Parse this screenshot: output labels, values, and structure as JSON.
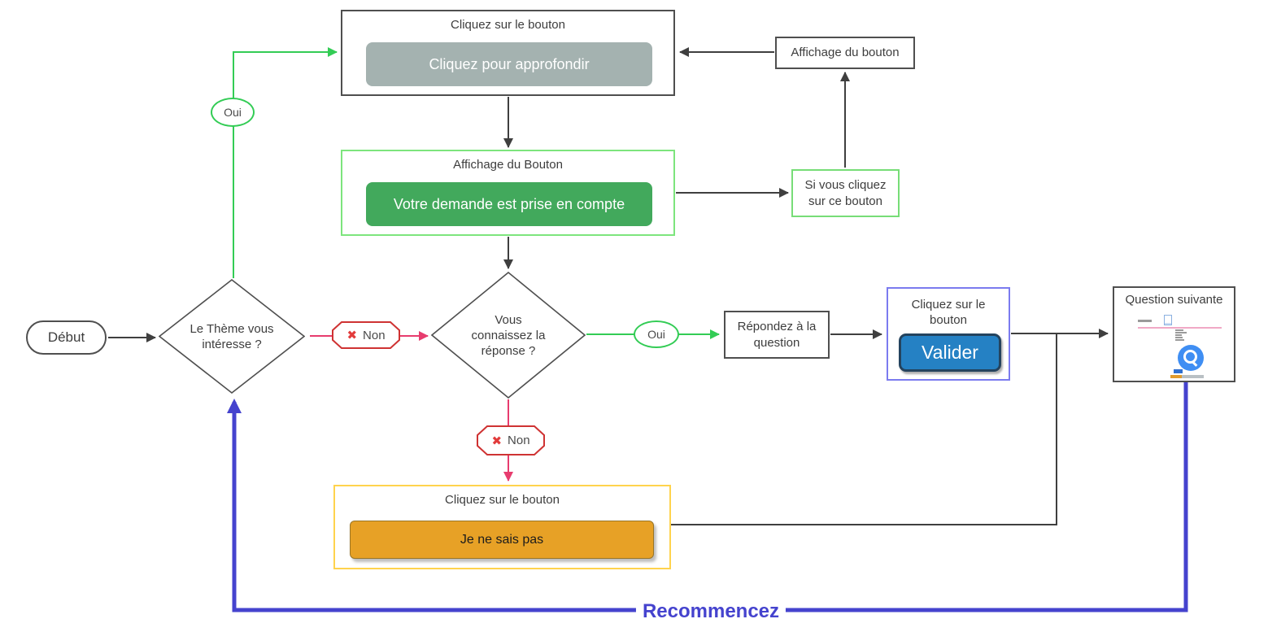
{
  "colors": {
    "line_dark": "#3f3f3f",
    "line_green": "#33cc55",
    "line_pink": "#e73c6e",
    "line_blue": "#4543ce",
    "node_border": "#4f4f4f",
    "text_dark": "#3d3d3d",
    "gray_button_bg": "#a4b2b0",
    "green_box_border": "#7de57d",
    "green_button_bg": "#42a95c",
    "blue_box_border": "#7b7bef",
    "blue_button_bg": "#2581c4",
    "blue_button_border": "#24435e",
    "orange_box_border": "#ffd34d",
    "orange_button_bg": "#e7a126",
    "red_badge_border": "#cf3333",
    "red_x": "#e23b3b"
  },
  "nodes": {
    "start": {
      "label": "Début"
    },
    "decision_theme": {
      "lines": [
        "Le Thème vous",
        "intéresse ?"
      ]
    },
    "decision_reponse": {
      "lines": [
        "Vous",
        "connaissez la",
        "réponse ?"
      ]
    },
    "approfondir_box": {
      "title": "Cliquez sur le bouton",
      "button_label": "Cliquez pour approfondir"
    },
    "demande_box": {
      "title": "Affichage du Bouton",
      "button_label": "Votre demande est prise en compte"
    },
    "affichage_box": {
      "label": "Affichage du bouton"
    },
    "si_cliquez_box": {
      "lines": [
        "Si vous cliquez",
        "sur ce bouton"
      ]
    },
    "repondez_box": {
      "lines": [
        "Répondez à la",
        "question"
      ]
    },
    "valider_box": {
      "title_lines": [
        "Cliquez sur le",
        "bouton"
      ],
      "button_label": "Valider"
    },
    "question_box": {
      "title": "Question suivante",
      "thumbnail_icons": [
        "document-icon",
        "search-icon",
        "progress-bar"
      ]
    },
    "je_ne_sais_pas_box": {
      "title": "Cliquez sur le bouton",
      "button_label": "Je ne sais pas"
    }
  },
  "labels": {
    "oui_top": "Oui",
    "non_theme": "Non",
    "oui_reponse": "Oui",
    "non_reponse": "Non",
    "x_mark": "✖",
    "restart": "Recommencez"
  }
}
